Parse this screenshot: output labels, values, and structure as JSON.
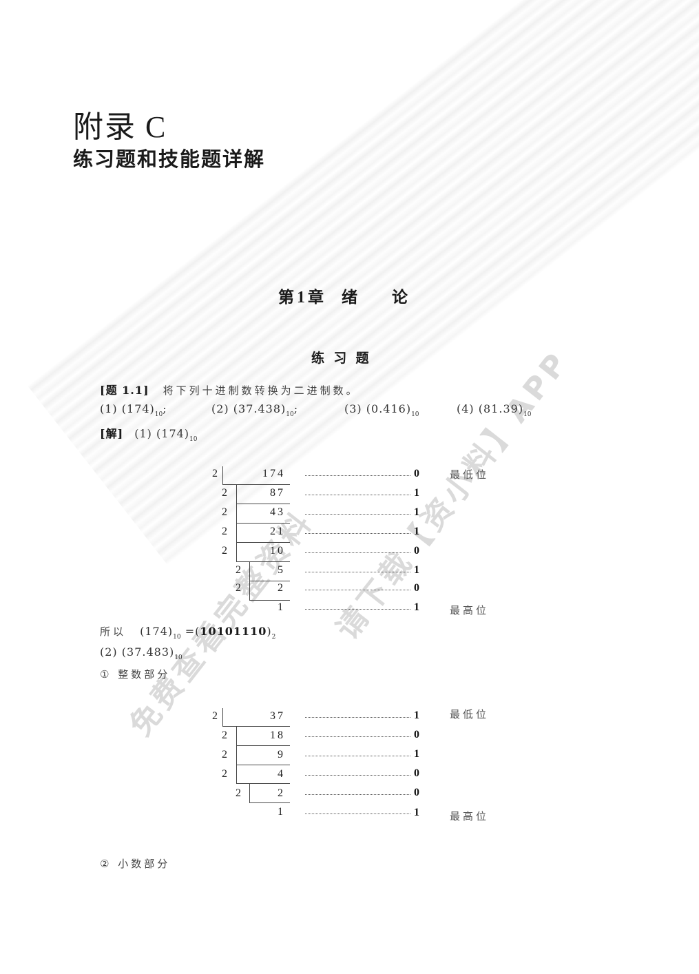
{
  "appendix": {
    "title": "附录 C",
    "subtitle": "练习题和技能题详解"
  },
  "chapter": {
    "prefix": "第",
    "number": "1",
    "suffix": "章",
    "name_1": "绪",
    "name_2": "论"
  },
  "section": {
    "title": "练  习  题"
  },
  "problem": {
    "label": "[题 1.1]",
    "statement": "将下列十进制数转换为二进制数。",
    "items": [
      {
        "label": "(1)",
        "value": "(174)",
        "base": "10",
        "sep": ";"
      },
      {
        "label": "(2)",
        "value": "(37.438)",
        "base": "10",
        "sep": ";"
      },
      {
        "label": "(3)",
        "value": "(0.416)",
        "base": "10",
        "sep": ""
      },
      {
        "label": "(4)",
        "value": "(81.39)",
        "base": "10",
        "sep": ""
      }
    ]
  },
  "solution": {
    "label": "[解]",
    "part1_heading": {
      "label": "(1)",
      "value": "(174)",
      "base": "10"
    },
    "division_1": {
      "dividends": [
        "174",
        "87",
        "43",
        "21",
        "10",
        "5",
        "2",
        "1"
      ],
      "divisors": [
        "2",
        "2",
        "2",
        "2",
        "2",
        "2",
        "2"
      ],
      "remainders": [
        "0",
        "1",
        "1",
        "1",
        "0",
        "1",
        "0",
        "1"
      ],
      "lsb_label": "最低位",
      "msb_label": "最高位"
    },
    "result_1": {
      "prefix": "所以",
      "lhs": "(174)",
      "lhs_base": "10",
      "eq": "=",
      "open": "(",
      "rhs": "10101110",
      "close": ")",
      "rhs_base": "2"
    },
    "part2_heading": {
      "label": "(2)",
      "value": "(37.483)",
      "base": "10"
    },
    "integer_part_label": "① 整数部分",
    "division_2": {
      "dividends": [
        "37",
        "18",
        "9",
        "4",
        "2",
        "1"
      ],
      "divisors": [
        "2",
        "2",
        "2",
        "2",
        "2"
      ],
      "remainders": [
        "1",
        "0",
        "1",
        "0",
        "0",
        "1"
      ],
      "lsb_label": "最低位",
      "msb_label": "最高位"
    },
    "fraction_part_label": "② 小数部分"
  },
  "watermark": {
    "line_1": "免费查看完整资料",
    "line_2": "请下载【资小料】APP"
  }
}
